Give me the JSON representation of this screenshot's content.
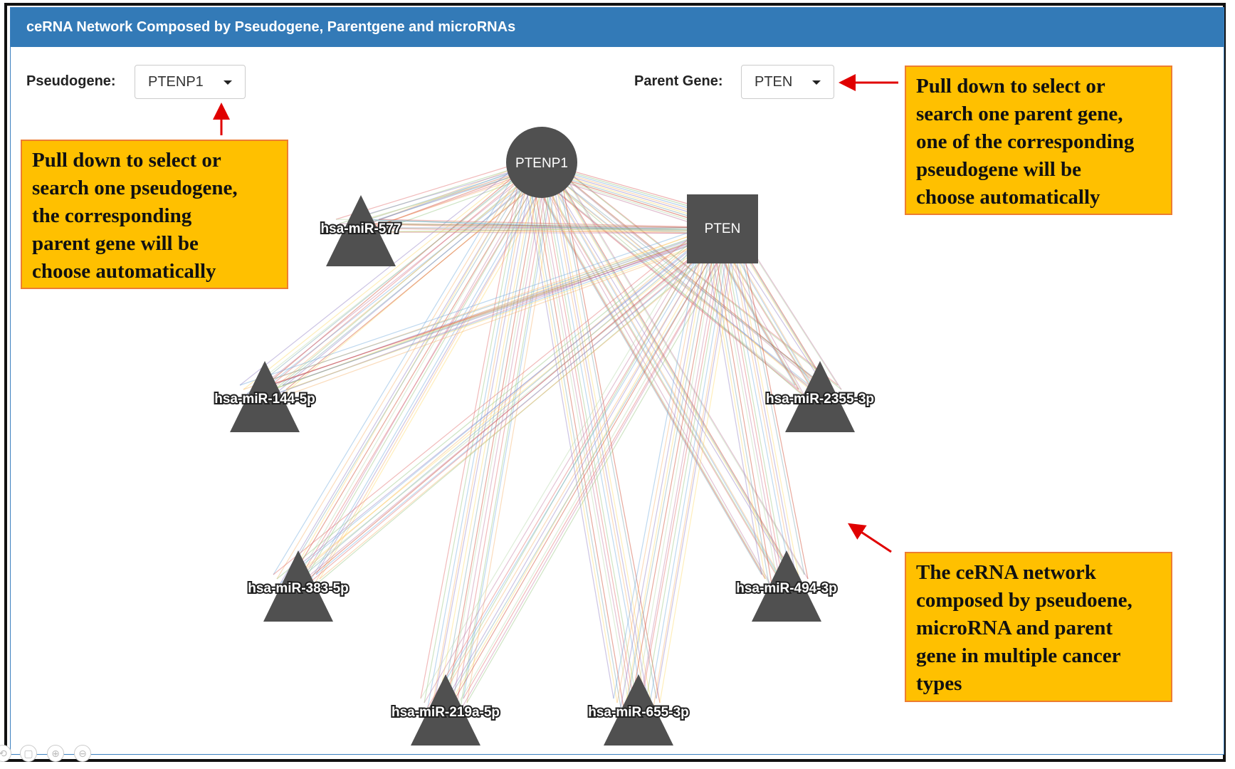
{
  "panel": {
    "title": "ceRNA Network Composed by Pseudogene, Parentgene and microRNAs"
  },
  "pseudogene": {
    "label": "Pseudogene:",
    "selected": "PTENP1"
  },
  "parent_gene": {
    "label": "Parent Gene:",
    "selected": "PTEN"
  },
  "network": {
    "nodes": [
      {
        "id": "PTENP1",
        "shape": "circle"
      },
      {
        "id": "PTEN",
        "shape": "square"
      },
      {
        "id": "hsa-miR-577",
        "shape": "triangle"
      },
      {
        "id": "hsa-miR-144-5p",
        "shape": "triangle"
      },
      {
        "id": "hsa-miR-2355-3p",
        "shape": "triangle"
      },
      {
        "id": "hsa-miR-383-5p",
        "shape": "triangle"
      },
      {
        "id": "hsa-miR-494-3p",
        "shape": "triangle"
      },
      {
        "id": "hsa-miR-219a-5p",
        "shape": "triangle"
      },
      {
        "id": "hsa-miR-655-3p",
        "shape": "triangle"
      }
    ],
    "node_color": "#505050",
    "edge_colors": [
      "#e06666",
      "#93c47d",
      "#6fa8dc",
      "#f6b26b",
      "#8e7cc3",
      "#ffd966",
      "#76a5af",
      "#cc4125",
      "#b6d7a8",
      "#c27ba0"
    ]
  },
  "callouts": {
    "pseudogene": "Pull down to select or\nsearch one pseudogene,\nthe corresponding\nparent gene will be\nchoose automatically",
    "parent_gene": "Pull down to select or\nsearch one parent gene,\none of the corresponding\npseudogene will be\nchoose automatically",
    "network": "The ceRNA network\ncomposed by pseudoene,\nmicroRNA and parent\ngene in multiple cancer\ntypes"
  },
  "colors": {
    "header": "#337ab7",
    "callout_fill": "#ffc000",
    "callout_border": "#ed7d31",
    "arrow": "#e00000"
  },
  "zoom_icons": [
    "reset-icon",
    "zoom-fit-icon",
    "zoom-in-icon",
    "zoom-out-icon"
  ]
}
